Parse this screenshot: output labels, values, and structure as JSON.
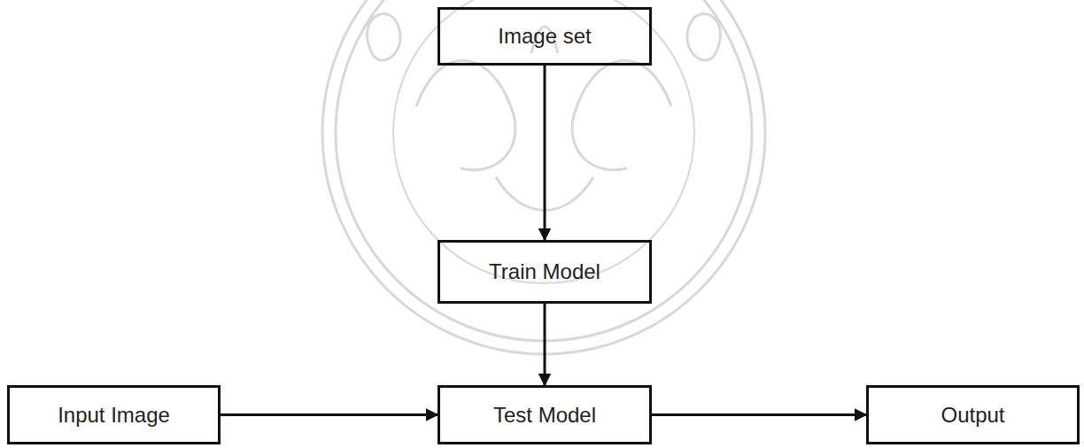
{
  "diagram": {
    "nodes": [
      {
        "text": [
          "Image set"
        ]
      },
      {
        "text": [
          "Train Model"
        ]
      },
      {
        "text": [
          "Input Image"
        ]
      },
      {
        "text": [
          "Test Model"
        ]
      },
      {
        "text": [
          "Output"
        ]
      }
    ],
    "edges": [
      {
        "from": 0,
        "to": 1,
        "arrow": "to"
      },
      {
        "from": 1,
        "to": 3,
        "arrow": "to"
      },
      {
        "from": 2,
        "to": 3,
        "arrow": "to"
      },
      {
        "from": 3,
        "to": 4,
        "arrow": "to"
      }
    ]
  }
}
